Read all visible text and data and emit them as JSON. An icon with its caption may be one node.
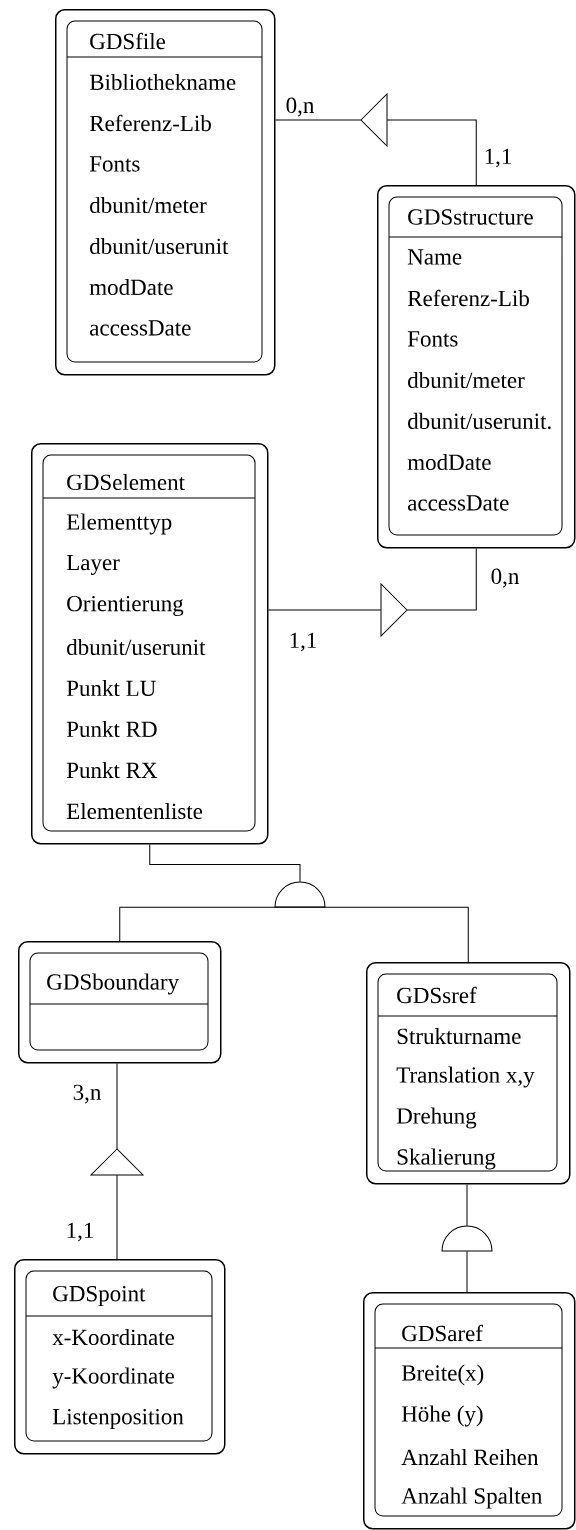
{
  "diagram": {
    "nodes": [
      {
        "text": [
          "GDSfile",
          "Bibliothekname",
          "Referenz-Lib",
          "Fonts",
          "dbunit/meter",
          "dbunit/userunit",
          "modDate",
          "accessDate"
        ]
      },
      {
        "text": [],
        "shape": "triangle"
      },
      {
        "text": [
          "GDSstructure",
          "Name",
          "Referenz-Lib",
          "Fonts",
          "dbunit/meter",
          "dbunit/userunit.",
          "modDate",
          "accessDate"
        ]
      },
      {
        "text": [
          "GDSelement",
          "Elementtyp",
          "Layer",
          "Orientierung",
          "dbunit/userunit",
          "Punkt LU",
          "Punkt RD",
          "Punkt RX",
          "Elementenliste"
        ]
      },
      {
        "text": [],
        "shape": "triangle"
      },
      {
        "text": [],
        "shape": "semicircle"
      },
      {
        "text": [
          "GDSboundary"
        ]
      },
      {
        "text": [
          "GDSsref",
          "Strukturname",
          "Translation x,y",
          "Drehung",
          "Skalierung"
        ]
      },
      {
        "text": [],
        "shape": "triangle"
      },
      {
        "text": [],
        "shape": "semicircle"
      },
      {
        "text": [
          "GDSpoint",
          "x-Koordinate",
          "y-Koordinate",
          "Listenposition"
        ]
      },
      {
        "text": [
          "GDSaref",
          "Breite(x)",
          "Höhe (y)",
          "Anzahl Reihen",
          "Anzahl Spalten"
        ]
      }
    ],
    "edges": [
      {
        "from": 0,
        "to": 1,
        "arrow": "none",
        "label": "0,n"
      },
      {
        "from": 1,
        "to": 2,
        "arrow": "none",
        "label": "1,1"
      },
      {
        "from": 3,
        "to": 4,
        "arrow": "none",
        "label": "1,1"
      },
      {
        "from": 4,
        "to": 2,
        "arrow": "none",
        "label": "0,n"
      },
      {
        "from": 3,
        "to": 5,
        "arrow": "none"
      },
      {
        "from": 5,
        "to": 6,
        "arrow": "none"
      },
      {
        "from": 5,
        "to": 7,
        "arrow": "none"
      },
      {
        "from": 6,
        "to": 8,
        "arrow": "none",
        "label": "3,n"
      },
      {
        "from": 8,
        "to": 10,
        "arrow": "none",
        "label": "1,1"
      },
      {
        "from": 7,
        "to": 9,
        "arrow": "none"
      },
      {
        "from": 9,
        "to": 11,
        "arrow": "none"
      }
    ]
  }
}
